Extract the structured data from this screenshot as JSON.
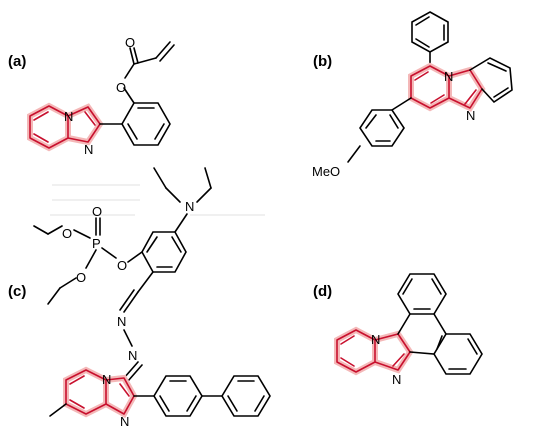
{
  "panels": [
    {
      "id": "a",
      "label": "(a)"
    },
    {
      "id": "b",
      "label": "(b)"
    },
    {
      "id": "c",
      "label": "(c)"
    },
    {
      "id": "d",
      "label": "(d)"
    }
  ],
  "atoms": {
    "a": {
      "o_ester": "O",
      "o_carbonyl": "O",
      "n1": "N",
      "n2": "N"
    },
    "b": {
      "meo": "MeO",
      "n1": "N",
      "n2": "N"
    },
    "c": {
      "n_amine": "N",
      "p": "P",
      "o_dbl": "O",
      "o1": "O",
      "o2": "O",
      "o3": "O",
      "n_h1": "N",
      "n_h2": "N",
      "n1": "N",
      "n2": "N"
    },
    "d": {
      "n1": "N",
      "n2": "N"
    }
  },
  "colors": {
    "core": "#c8102e",
    "core_halo": "#f4b8b8",
    "bond": "#000000"
  }
}
